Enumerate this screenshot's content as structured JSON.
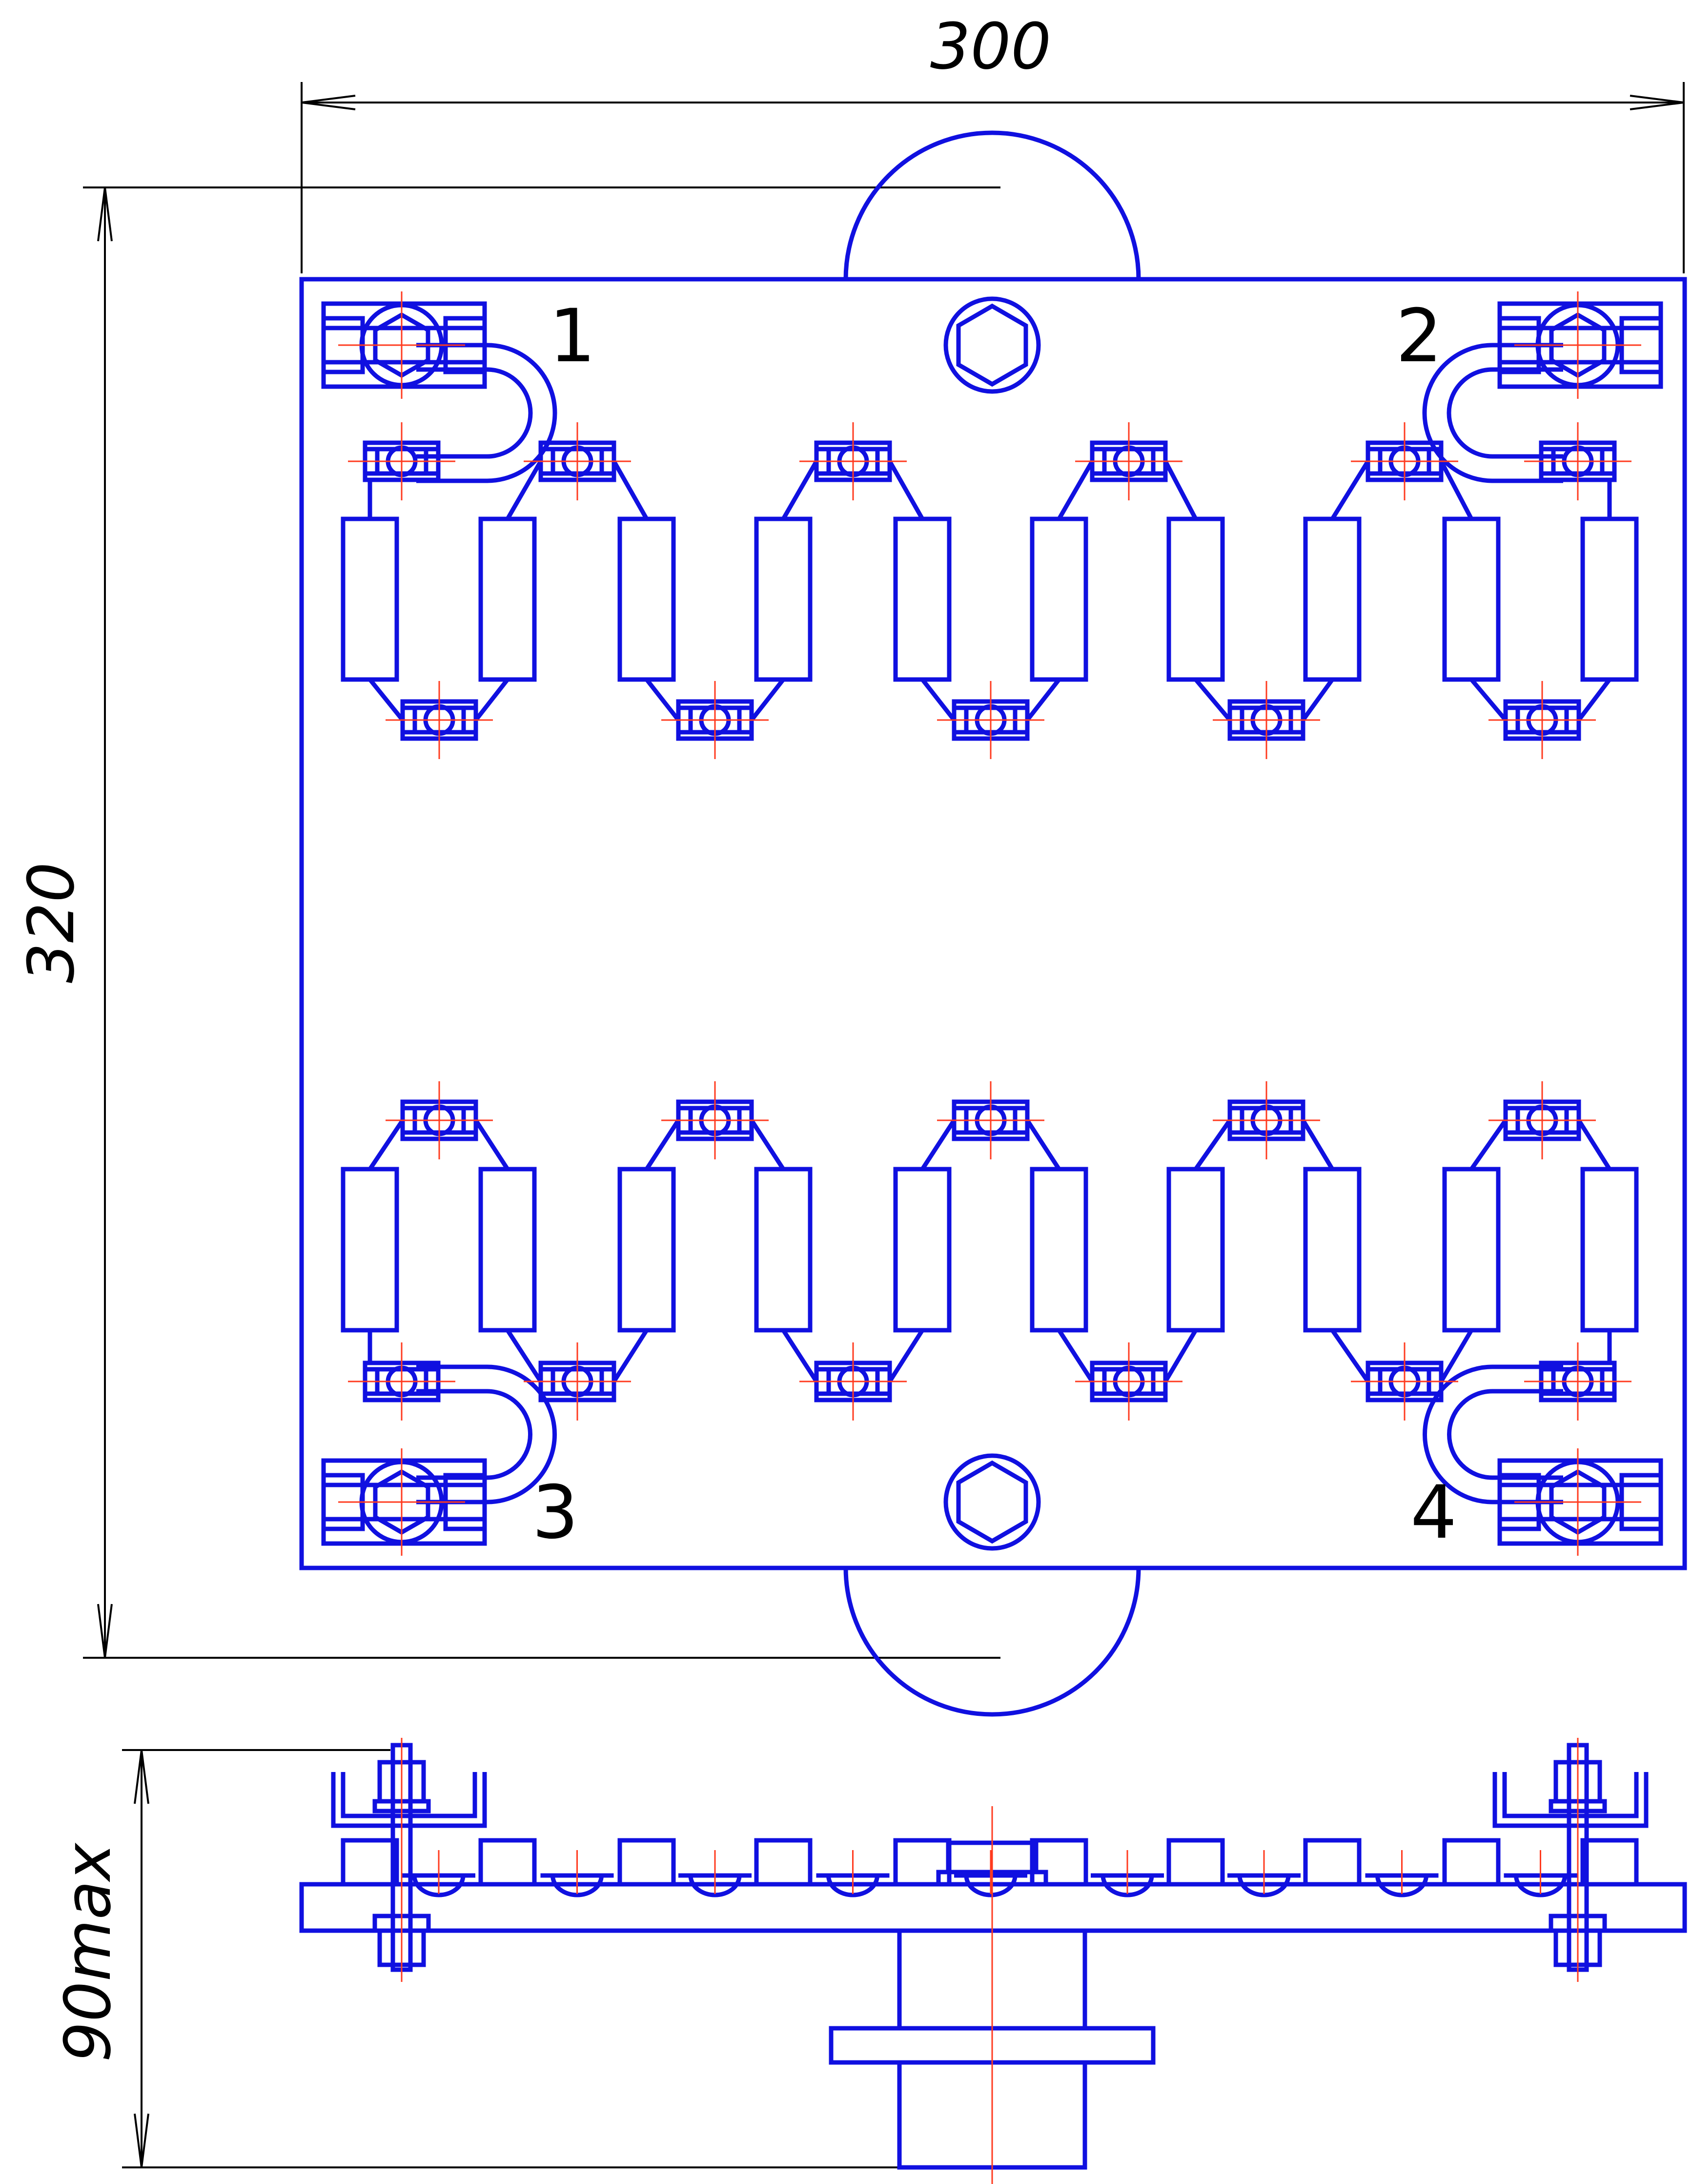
{
  "dimensions": {
    "width_label": "300",
    "height_label": "320",
    "side_height_label": "90max"
  },
  "labels": {
    "corner_1": "1",
    "corner_2": "2",
    "corner_3": "3",
    "corner_4": "4"
  },
  "colors": {
    "outline": "#1010e0",
    "centerline": "#ff3b1f",
    "dimension": "#000000",
    "background": "#ffffff"
  }
}
